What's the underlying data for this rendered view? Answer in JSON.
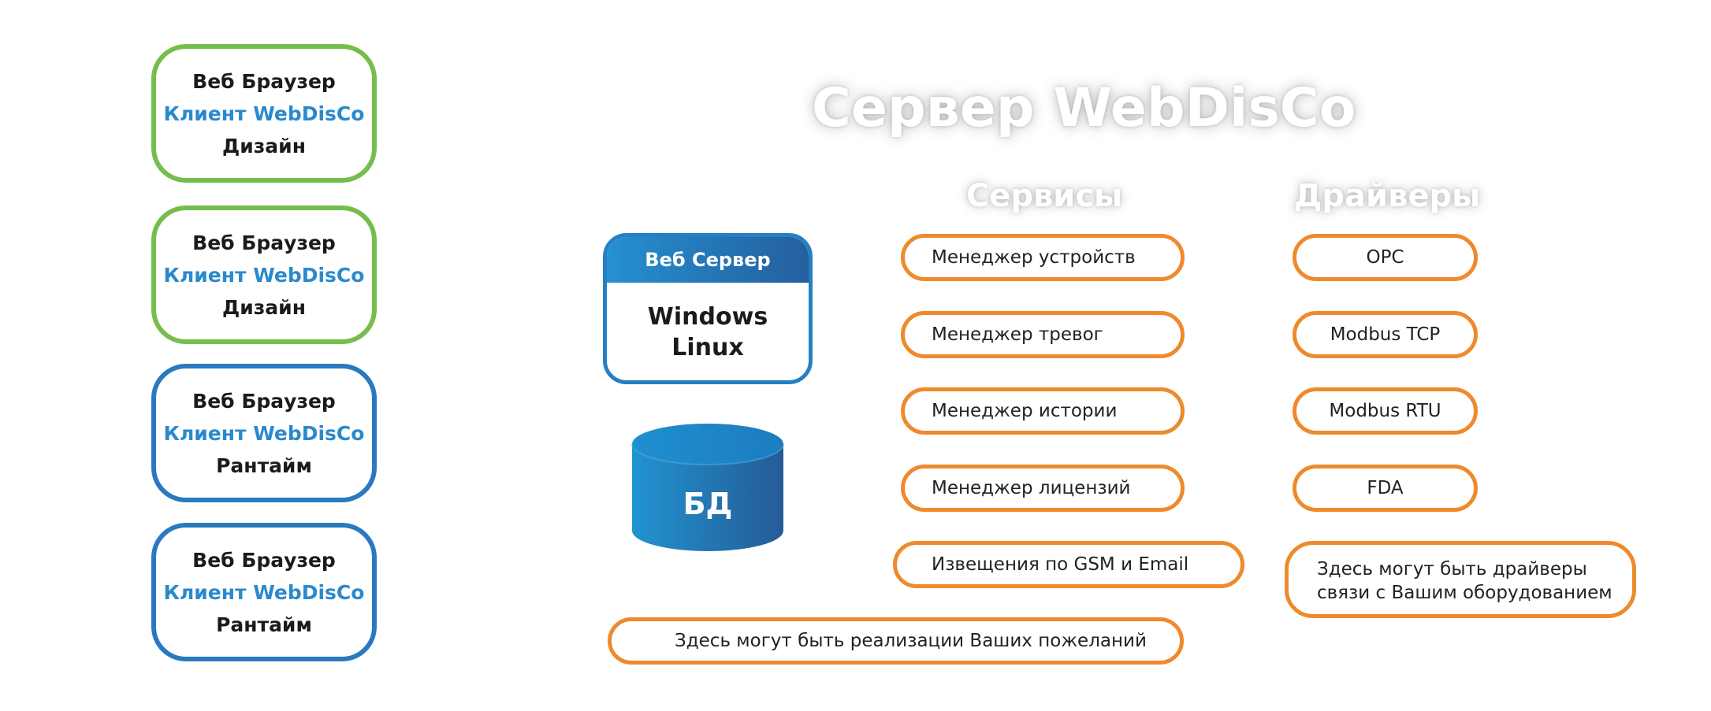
{
  "title": "Сервер WebDisCo",
  "clients": [
    {
      "line1": "Веб Браузер",
      "line2": "Клиент WebDisCo",
      "line3": "Дизайн"
    },
    {
      "line1": "Веб Браузер",
      "line2": "Клиент WebDisCo",
      "line3": "Дизайн"
    },
    {
      "line1": "Веб Браузер",
      "line2": "Клиент WebDisCo",
      "line3": "Рантайм"
    },
    {
      "line1": "Веб Браузер",
      "line2": "Клиент WebDisCo",
      "line3": "Рантайм"
    }
  ],
  "webserver": {
    "header": "Веб Сервер",
    "os1": "Windows",
    "os2": "Linux"
  },
  "database": {
    "label": "БД"
  },
  "services": {
    "title": "Сервисы",
    "items": [
      "Менеджер устройств",
      "Менеджер тревог",
      "Менеджер истории",
      "Менеджер лицензий",
      "Извещения по GSM и Email"
    ]
  },
  "custom": "Здесь могут быть реализации Ваших пожеланий",
  "drivers": {
    "title": "Драйверы",
    "items": [
      "OPC",
      "Modbus TCP",
      "Modbus RTU",
      "FDA"
    ],
    "note_line1": "Здесь могут быть драйверы",
    "note_line2": "связи с Вашим оборудованием"
  },
  "colors": {
    "design_border": "#74be4b",
    "runtime_border": "#2879c0",
    "accent_text": "#2a89cc",
    "pill_border": "#ef8a2c",
    "server_blue": "#2580c3"
  }
}
